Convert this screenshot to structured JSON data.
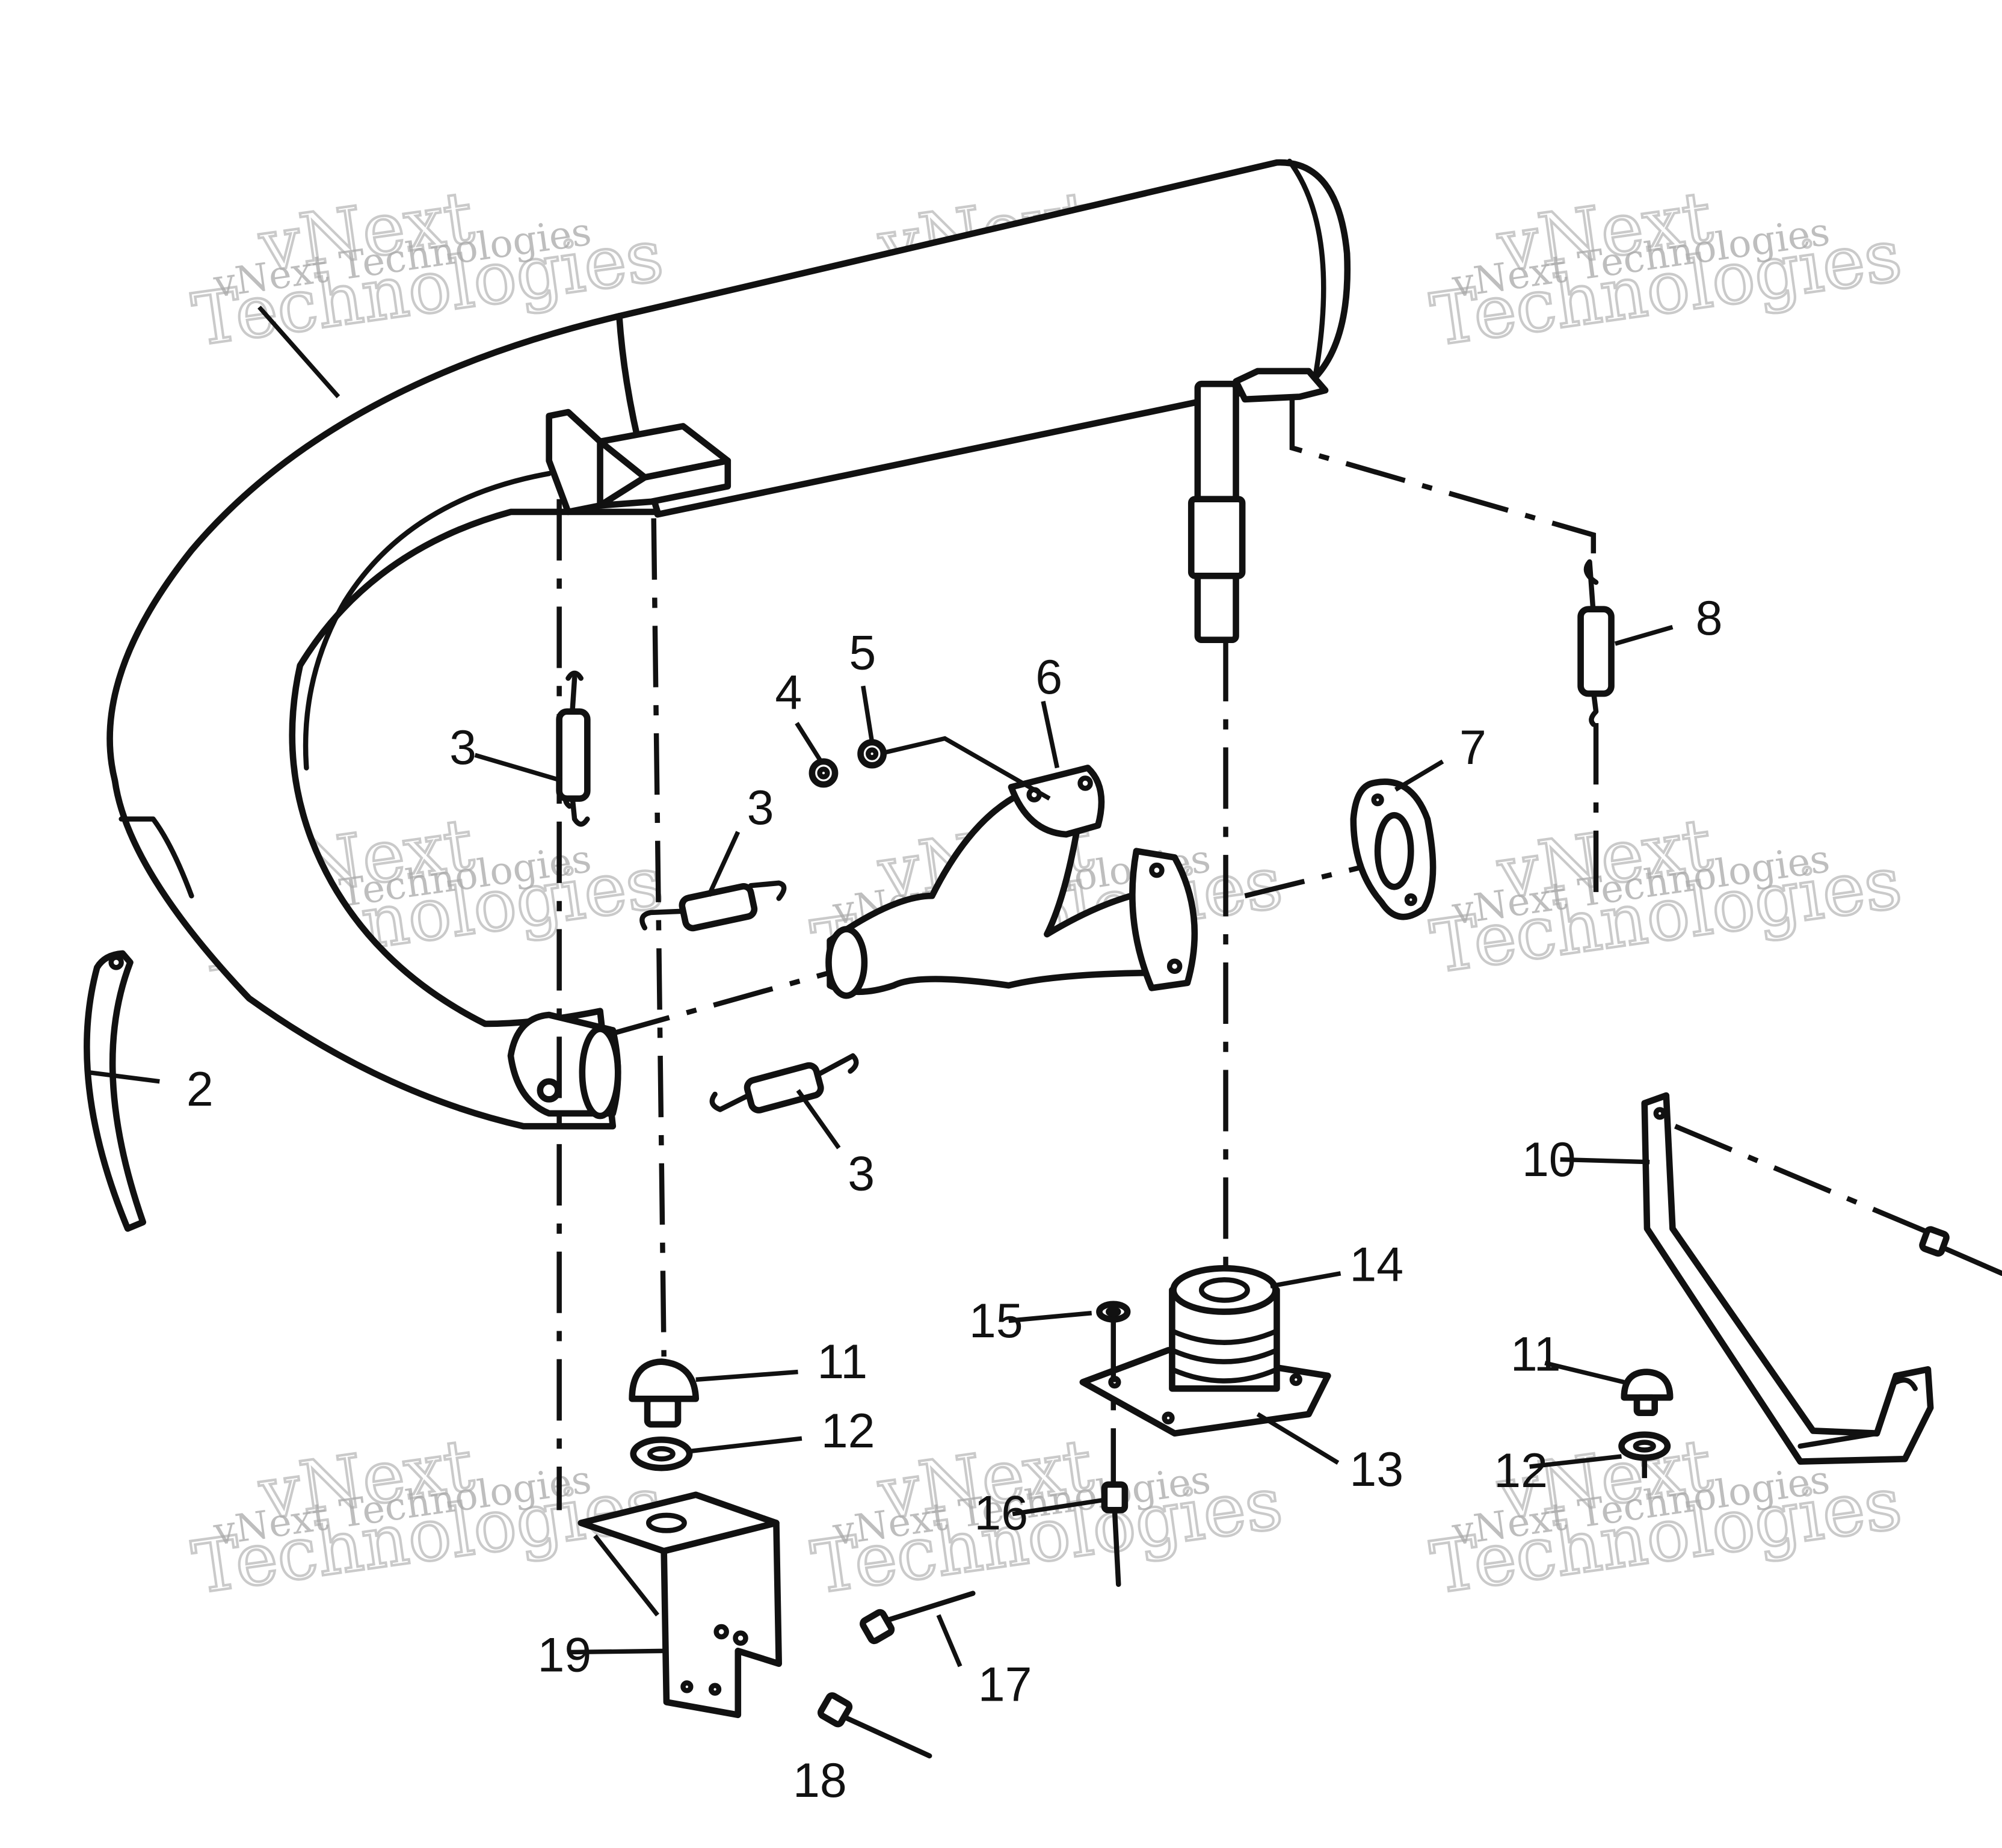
{
  "diagram": {
    "callouts": {
      "c2": "2",
      "c3a": "3",
      "c3b": "3",
      "c3c": "3",
      "c4": "4",
      "c5": "5",
      "c6": "6",
      "c7": "7",
      "c8": "8",
      "c10": "10",
      "c11a": "11",
      "c11b": "11",
      "c12a": "12",
      "c12b": "12",
      "c13": "13",
      "c14": "14",
      "c15": "15",
      "c16": "16",
      "c17": "17",
      "c18": "18",
      "c19": "19"
    },
    "watermark": {
      "brand": "vNext",
      "company": "Technologies",
      "full": "vNext Technologies"
    }
  }
}
